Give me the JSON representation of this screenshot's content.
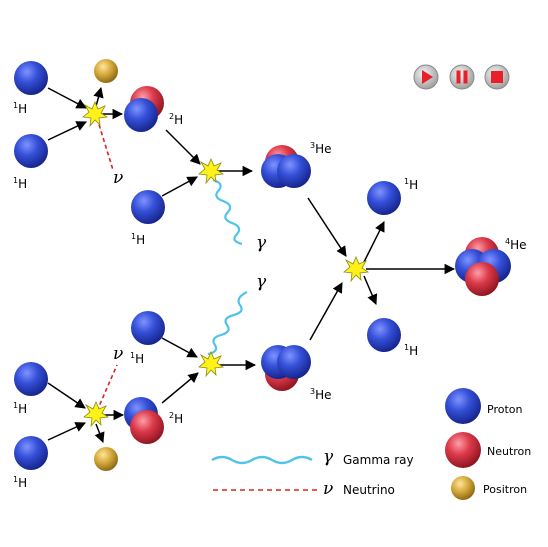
{
  "particles": {
    "proton": "Proton",
    "neutron": "Neutron",
    "positron": "Positron"
  },
  "symbols": {
    "gamma": "γ",
    "nu": "ν"
  },
  "isotopes": {
    "h1": {
      "mass": "1",
      "sym": "H"
    },
    "h2": {
      "mass": "2",
      "sym": "H"
    },
    "he3": {
      "mass": "3",
      "sym": "He"
    },
    "he4": {
      "mass": "4",
      "sym": "He"
    }
  },
  "legend": {
    "gamma_ray": "Gamma ray",
    "neutrino": "Neutrino",
    "proton": "Proton",
    "neutron": "Neutron",
    "positron": "Positron"
  },
  "controls": [
    {
      "name": "play",
      "icon": "play-icon"
    },
    {
      "name": "pause",
      "icon": "pause-icon"
    },
    {
      "name": "stop",
      "icon": "stop-icon"
    }
  ],
  "colors": {
    "proton": "#2a3fbf",
    "neutron": "#d63a46",
    "positron": "#c9a233",
    "gamma": "#4fc3ea",
    "neutrino": "#e02020",
    "flash": "#fff21a",
    "control": "#e8202a"
  }
}
